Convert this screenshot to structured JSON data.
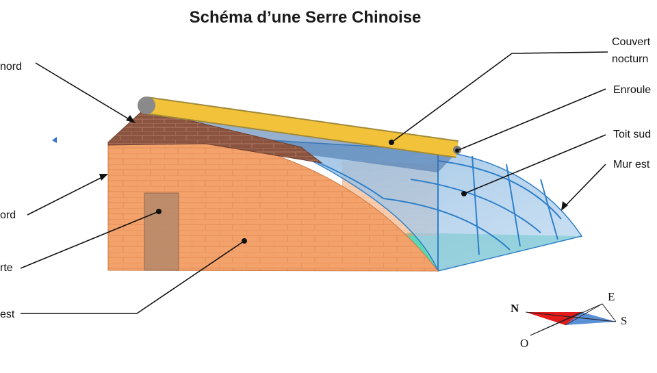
{
  "title": "Schéma d’une Serre Chinoise",
  "labels_left": {
    "roof_north": "nord",
    "wall_north": "ord",
    "door": "rte",
    "wall_west": "est"
  },
  "labels_right": {
    "night_cover_line1": "Couvert",
    "night_cover_line2": "nocturn",
    "roller": "Enroule",
    "south_roof": "Toit sud",
    "east_wall": "Mur est"
  },
  "compass": {
    "north": "N",
    "east": "E",
    "south": "S",
    "west": "O"
  },
  "colors": {
    "brick_orange": "#f4a26b",
    "brick_roof": "#8a5440",
    "roller_yellow": "#f2c23a",
    "glass_blue": "#7fb2dc",
    "floor_green": "#3ccf9a",
    "compass_red": "#e21b1b",
    "compass_blue": "#5b8fd6"
  }
}
